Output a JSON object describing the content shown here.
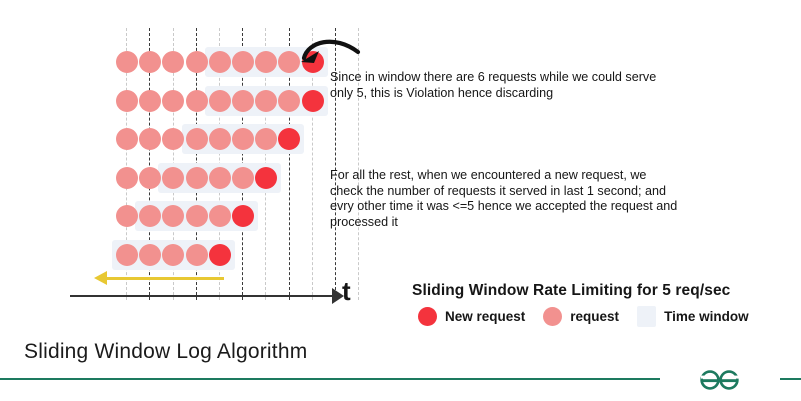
{
  "title": "Sliding Window Log Algorithm",
  "notes": {
    "violation": "Since in window there are 6 requests while we could serve only 5, this is Violation hence discarding",
    "accepted": "For all the rest, when we encountered a new request, we check the number of requests it served in last 1 second; and evry other time it was <=5 hence we accepted the request and processed it"
  },
  "axis": {
    "time_label": "t"
  },
  "legend": {
    "heading": "Sliding Window Rate Limiting for 5 req/sec",
    "items": [
      {
        "label": "New request",
        "swatch": "circle",
        "color": "#f4333d"
      },
      {
        "label": "request",
        "swatch": "circle",
        "color": "#f2918f"
      },
      {
        "label": "Time window",
        "swatch": "square",
        "color": "#eef2f8"
      }
    ]
  },
  "colors": {
    "new_request": "#f4333d",
    "request": "#f2918f",
    "time_window": "#eef2f8",
    "axis": "#333333",
    "back_arrow": "#e8c832",
    "brand_green": "#1d7a5f",
    "gridline_dark": "#3a3a3a",
    "gridline_light": "#c9c9c9"
  },
  "chart_data": {
    "type": "scatter",
    "title": "Sliding Window Log Algorithm",
    "subtitle": "Sliding Window Rate Limiting for 5 req/sec",
    "xlabel": "t",
    "ylabel": "",
    "grid": true,
    "legend_position": "bottom-right",
    "window_capacity": 5,
    "column_count": 11,
    "rows": [
      {
        "index": 1,
        "total_requests": 9,
        "window_start_col": 4,
        "window_end_col": 8,
        "requests_in_window": 6,
        "status": "violation",
        "new_request_col": 8
      },
      {
        "index": 2,
        "total_requests": 9,
        "window_start_col": 4,
        "window_end_col": 8,
        "requests_in_window": 5,
        "status": "accepted",
        "new_request_col": 8
      },
      {
        "index": 3,
        "total_requests": 8,
        "window_start_col": 3,
        "window_end_col": 7,
        "requests_in_window": 5,
        "status": "accepted",
        "new_request_col": 7
      },
      {
        "index": 4,
        "total_requests": 7,
        "window_start_col": 2,
        "window_end_col": 6,
        "requests_in_window": 5,
        "status": "accepted",
        "new_request_col": 6
      },
      {
        "index": 5,
        "total_requests": 6,
        "window_start_col": 1,
        "window_end_col": 5,
        "requests_in_window": 5,
        "status": "accepted",
        "new_request_col": 5
      },
      {
        "index": 6,
        "total_requests": 5,
        "window_start_col": 0,
        "window_end_col": 4,
        "requests_in_window": 5,
        "status": "accepted",
        "new_request_col": 4
      }
    ],
    "annotations": [
      {
        "target_row": 1,
        "text": "Since in window there are 6 requests while we could serve only 5, this is Violation hence discarding"
      },
      {
        "target_row": 4,
        "text": "For all the rest, when we encountered a new request, we check the number of requests it served in last 1 second; and evry other time it was <=5 hence we accepted the request and processed it"
      }
    ]
  }
}
